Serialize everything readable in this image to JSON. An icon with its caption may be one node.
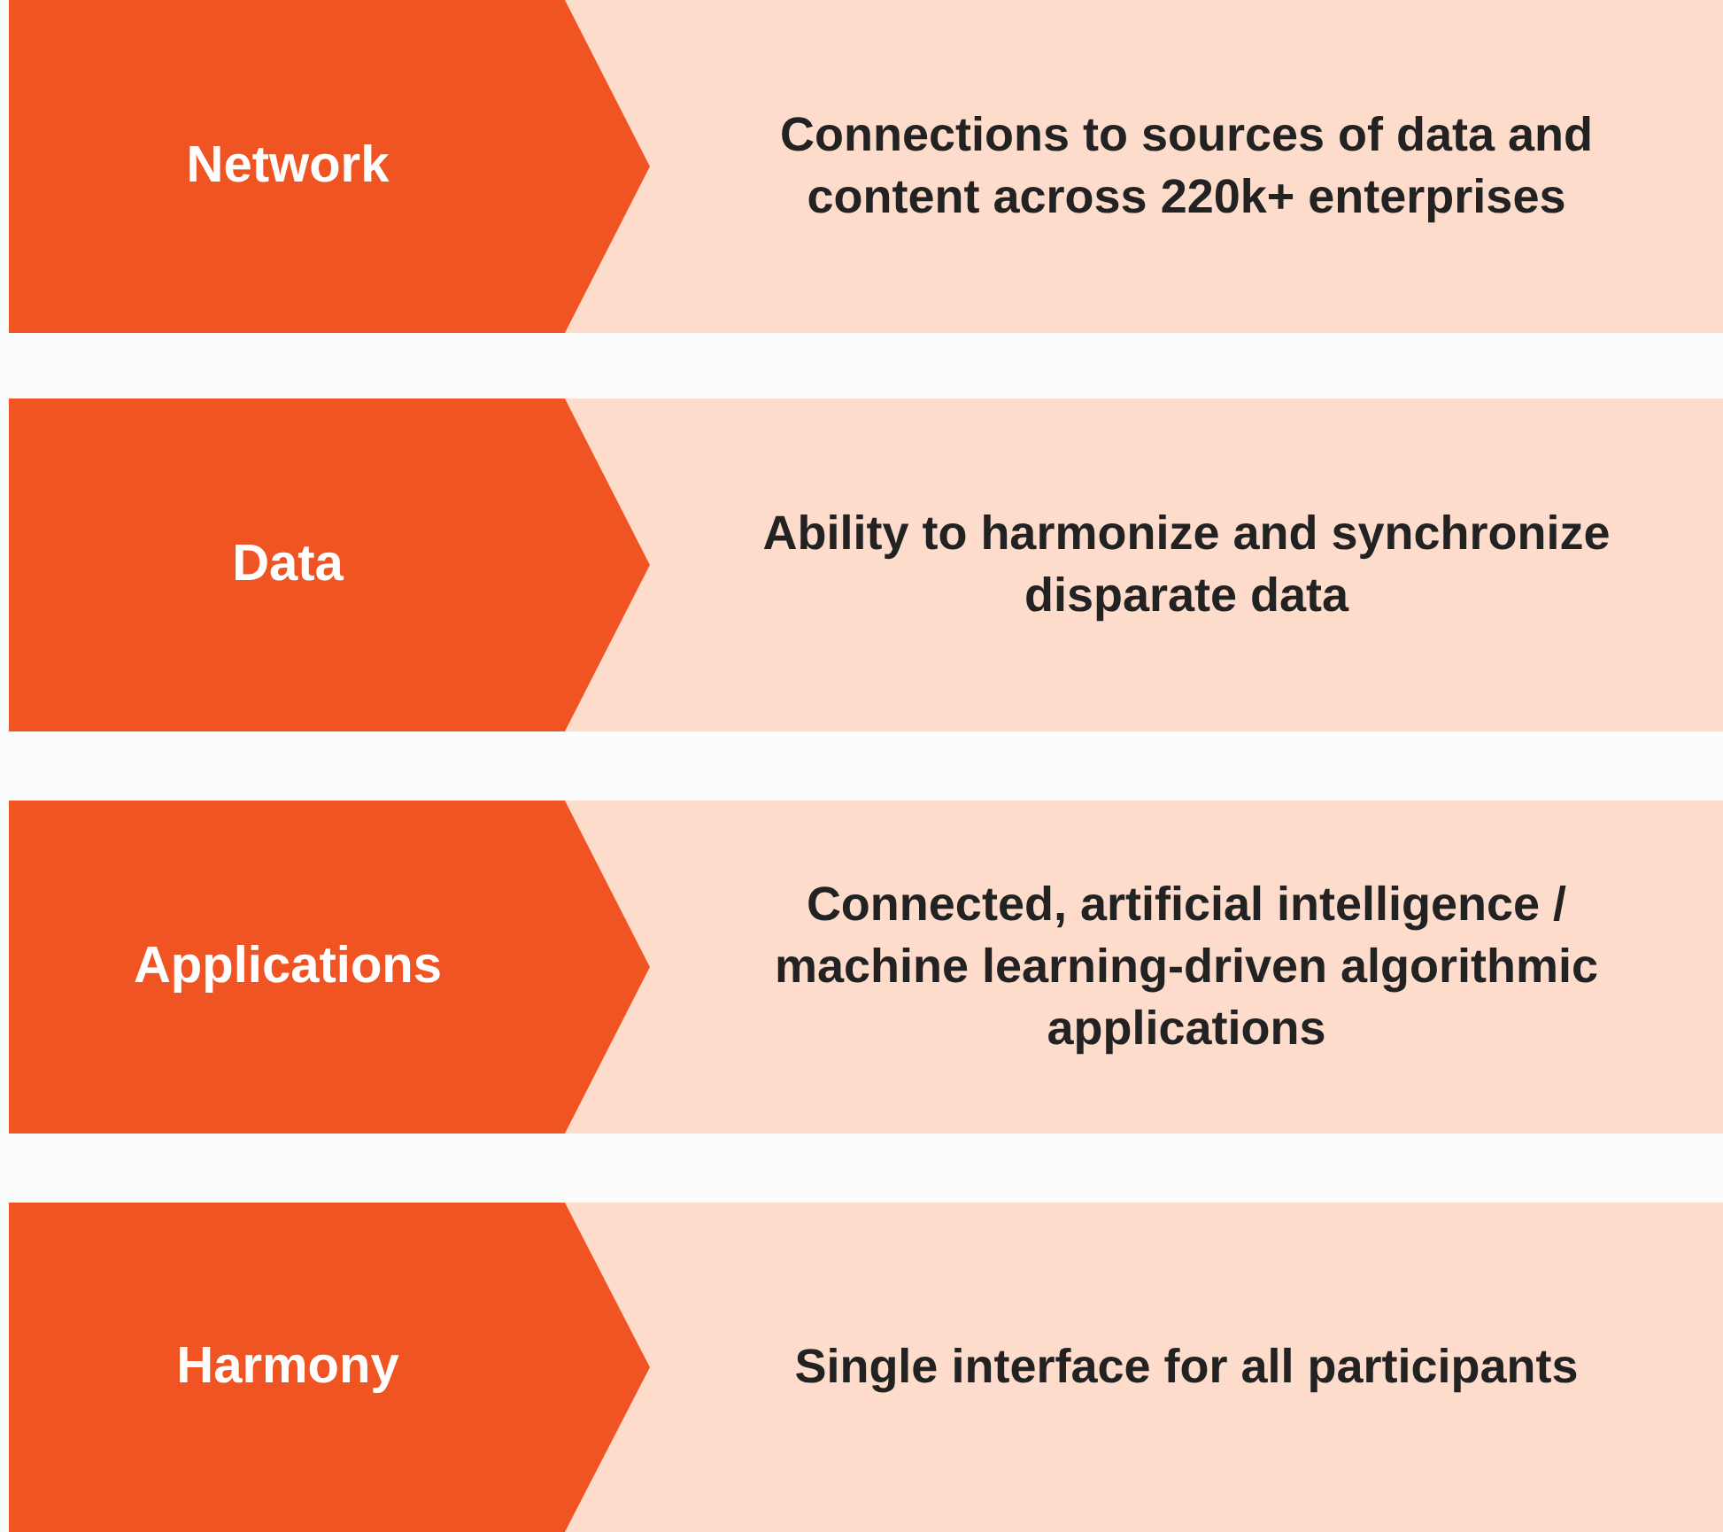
{
  "diagram": {
    "nodes": [
      {
        "text": [
          "Network"
        ]
      },
      {
        "text": [
          "Connections to sources of data and content across 220k+ enterprises"
        ]
      },
      {
        "text": [
          "Data"
        ]
      },
      {
        "text": [
          "Ability to harmonize and synchronize disparate data"
        ]
      },
      {
        "text": [
          "Applications"
        ]
      },
      {
        "text": [
          "Connected, artificial intelligence / machine learning-driven algorithmic applications"
        ]
      },
      {
        "text": [
          "Harmony"
        ]
      },
      {
        "text": [
          "Single interface for all participants"
        ]
      }
    ]
  }
}
